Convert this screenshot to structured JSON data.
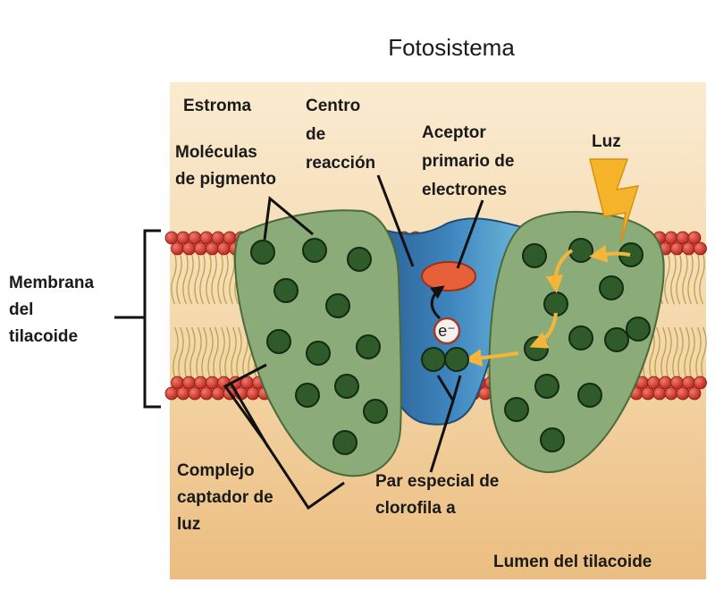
{
  "title": "Fotosistema",
  "labels": {
    "stroma": "Estroma",
    "reaction_center": [
      "Centro",
      "de",
      "reacción"
    ],
    "primary_acceptor": [
      "Aceptor",
      "primario de",
      "electrones"
    ],
    "light": "Luz",
    "pigment_molecules": [
      "Moléculas",
      "de pigmento"
    ],
    "thylakoid_membrane": [
      "Membrana",
      "del",
      "tilacoide"
    ],
    "light_harvesting_complex": [
      "Complejo",
      "captador de",
      "luz"
    ],
    "special_pair": [
      "Par especial de",
      "clorofila a"
    ],
    "thylakoid_lumen": "Lumen del tilacoide",
    "electron": "e⁻"
  },
  "colors": {
    "stroma_bg": "#f8e6c4",
    "lumen_bg": "#edc184",
    "lipid_head": "#d9342b",
    "complex_fill": "#8bab78",
    "complex_stroke": "#4a6a3c",
    "pigment": "#2f5a2a",
    "reaction_center": "#2f6fa3",
    "acceptor": "#e8603a",
    "arrow": "#f3b53a",
    "lightning": "#f6b42a"
  }
}
